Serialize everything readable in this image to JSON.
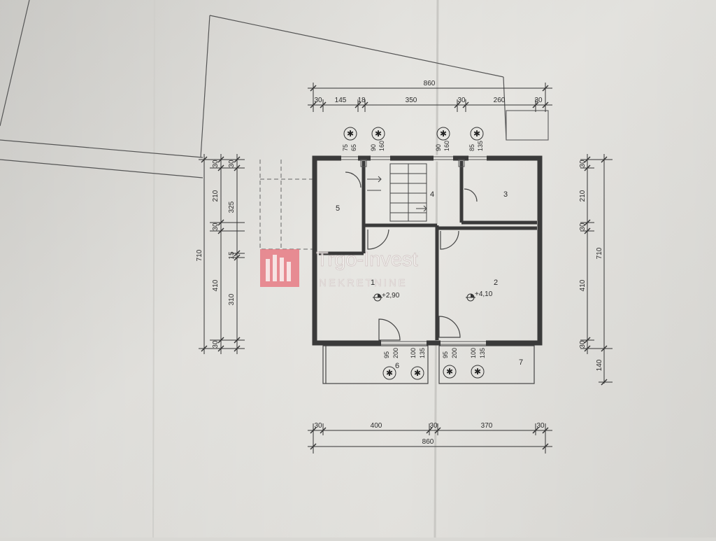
{
  "top_dims": {
    "total": "860",
    "segments": [
      "30",
      "145",
      "18",
      "350",
      "30",
      "260",
      "30"
    ]
  },
  "bottom_dims": {
    "segments": [
      "30",
      "400",
      "30",
      "370",
      "30"
    ],
    "total": "860"
  },
  "left_dims": {
    "total": "710",
    "outer": [
      "30",
      "210",
      "30",
      "410",
      "30"
    ],
    "middle": [
      "325",
      "15",
      "310"
    ],
    "inner": [
      "30"
    ]
  },
  "right_dims": {
    "total": "710",
    "segments": [
      "30",
      "210",
      "30",
      "410",
      "30"
    ],
    "extra": "140"
  },
  "rooms": {
    "r1": "1",
    "r2": "2",
    "r3": "3",
    "r4": "4",
    "r5": "5",
    "r6": "6",
    "r7": "7"
  },
  "levels": {
    "room1": "+2,90",
    "room2": "+4,10"
  },
  "windows_top": [
    {
      "w": "75",
      "h": "65"
    },
    {
      "w": "90",
      "h": "160"
    },
    {
      "w": "90",
      "h": "160"
    },
    {
      "w": "85",
      "h": "135"
    }
  ],
  "windows_bottom": [
    {
      "w": "95",
      "h": "200"
    },
    {
      "w": "100",
      "h": "135"
    },
    {
      "w": "95",
      "h": "200"
    },
    {
      "w": "100",
      "h": "135"
    }
  ],
  "watermark": {
    "brand": "Trgo-Invest",
    "sub": "NEKRETNINE"
  },
  "colors": {
    "paper": "#e6e5e1",
    "ink": "#2b2b2b",
    "wall": "#3a3a3a",
    "watermark": "#e8737d"
  }
}
